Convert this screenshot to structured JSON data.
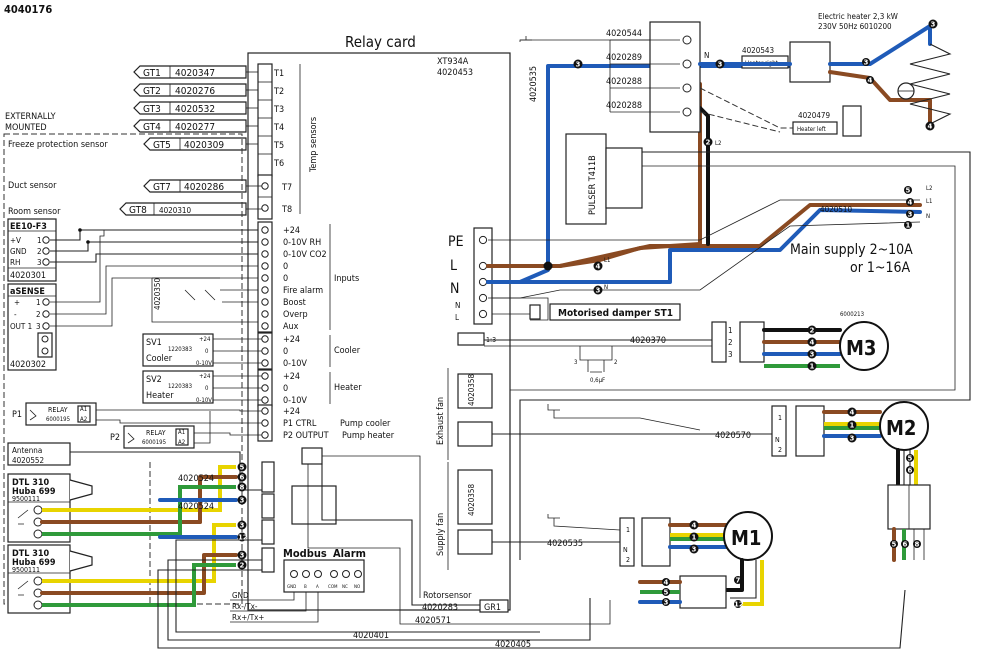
{
  "doc_id": "4040176",
  "relay_card": {
    "title": "Relay card",
    "model": "XT934A",
    "part": "4020453"
  },
  "temp_sensors": {
    "heading": "Temp sensors",
    "terminals": [
      "T1",
      "T2",
      "T3",
      "T4",
      "T5",
      "T6",
      "T7",
      "T8"
    ],
    "sensors": [
      {
        "name": "GT1",
        "part": "4020347"
      },
      {
        "name": "GT2",
        "part": "4020276"
      },
      {
        "name": "GT3",
        "part": "4020532"
      },
      {
        "name": "GT4",
        "part": "4020277"
      },
      {
        "name": "GT5",
        "part": "4020309"
      },
      {
        "name": "GT7",
        "part": "4020286"
      },
      {
        "name": "GT8",
        "part": "4020310"
      }
    ]
  },
  "external": {
    "heading_line1": "EXTERNALLY",
    "heading_line2": "MOUNTED",
    "freeze": "Freeze protection sensor",
    "duct": "Duct sensor",
    "room": "Room sensor",
    "ee10": {
      "name": "EE10-F3",
      "pins": [
        "+V",
        "GND",
        "RH"
      ],
      "nums": [
        "1",
        "2",
        "3"
      ],
      "part": "4020301"
    },
    "asense": {
      "name": "aSENSE",
      "pins": [
        "+",
        "-",
        "OUT 1"
      ],
      "nums": [
        "1",
        "2",
        "3"
      ],
      "part": "4020302"
    },
    "part_4020350": "4020350"
  },
  "inputs": {
    "heading": "Inputs",
    "labels": [
      "+24",
      "0-10V RH",
      "0-10V CO2",
      "0",
      "0",
      "Fire alarm",
      "Boost",
      "Overp",
      "Aux"
    ]
  },
  "cooler": {
    "heading": "Cooler",
    "labels": [
      "+24",
      "0",
      "0-10V"
    ],
    "sv": "SV1",
    "sv_part": "1220383",
    "sv_name": "Cooler",
    "sv_pins": [
      "+24",
      "0",
      "0-10V"
    ]
  },
  "heater": {
    "heading": "Heater",
    "labels": [
      "+24",
      "0",
      "0-10V"
    ],
    "sv": "SV2",
    "sv_part": "1220383",
    "sv_name": "Heater",
    "sv_pins": [
      "+24",
      "0",
      "0-10V"
    ]
  },
  "pumps": {
    "p1": "P1",
    "p2": "P2",
    "relay": "RELAY",
    "relay_part": "6000195",
    "a1": "A1",
    "a2": "A2",
    "line_plus": "+24",
    "p1_ctrl": "P1 CTRL",
    "pump_cooler": "Pump cooler",
    "p2_out": "P2 OUTPUT",
    "pump_heater": "Pump heater"
  },
  "antenna": {
    "name": "Antenna",
    "part": "4020552"
  },
  "dtl": [
    {
      "name": "DTL 310",
      "sub": "Huba 699",
      "part": "9500111"
    },
    {
      "name": "DTL 310",
      "sub": "Huba 699",
      "part": "9500111"
    }
  ],
  "cables": {
    "c4020524a": "4020524",
    "c4020524b": "4020524",
    "c4020283": "4020283",
    "c4020571": "4020571",
    "c4020401": "4020401",
    "c4020405": "4020405",
    "c4020370": "4020370",
    "c4020570": "4020570",
    "c4020535b": "4020535",
    "c4020535a": "4020535",
    "c4020510": "4020510",
    "c4020358a": "4020358",
    "c4020358b": "4020358"
  },
  "modbus": {
    "title": "Modbus",
    "alarm": "Alarm",
    "pins": [
      "GND",
      "B",
      "A",
      "COM",
      "NC",
      "NO"
    ],
    "lines": [
      "GND",
      "Rx-/Tx-",
      "Rx+/Tx+"
    ]
  },
  "rotor": {
    "label": "Rotorsensor",
    "gr": "GR1"
  },
  "fans": {
    "exhaust": "Exhaust fan",
    "supply": "Supply fan"
  },
  "supply": {
    "pe": "PE",
    "l": "L",
    "n": "N",
    "n2": "N",
    "l2": "L",
    "damper": "Motorised damper ST1",
    "main_line1": "Main supply 2~10A",
    "main_line2": "or 1~16A",
    "ratio": "1:3"
  },
  "heater_block": {
    "title1": "Electric heater 2,3 kW",
    "title2": "230V 50Hz 6010200",
    "parts": [
      "4020544",
      "4020289",
      "4020288",
      "4020288"
    ],
    "n": "N",
    "right_part": "4020543",
    "right_label": "Heater right",
    "left_part": "4020479",
    "left_label": "Heater left",
    "pulser": "PULSER T411B"
  },
  "motors": {
    "m1": "M1",
    "m2": "M2",
    "m3": "M3",
    "m3_part": "6000213",
    "cap": "0,6μF"
  },
  "wire_marks": {
    "l1": "L1",
    "l2": "L2",
    "n": "N",
    "s1": "1",
    "s2": "2",
    "s3": "3",
    "s4": "4",
    "s5": "5",
    "s6": "6",
    "s7": "7",
    "s8": "8",
    "s12": "12"
  }
}
